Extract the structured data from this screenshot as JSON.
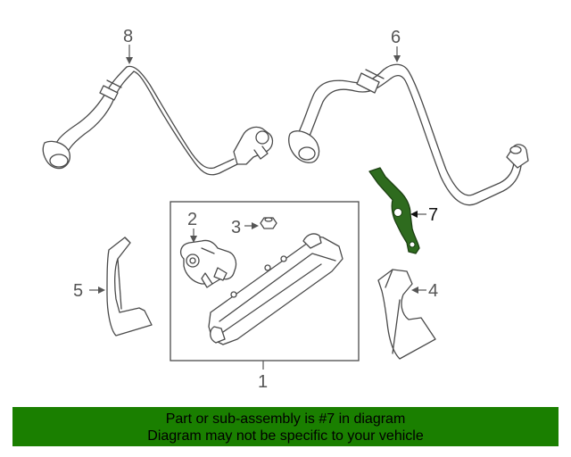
{
  "diagram": {
    "callouts": {
      "c1": "1",
      "c2": "2",
      "c3": "3",
      "c4": "4",
      "c5": "5",
      "c6": "6",
      "c7": "7",
      "c8": "8"
    },
    "highlight_color": "#2e6b1e"
  },
  "banner": {
    "line1": "Part or sub-assembly is #7 in diagram",
    "line2": "Diagram may not be specific to your vehicle",
    "background": "#1a7f00"
  }
}
